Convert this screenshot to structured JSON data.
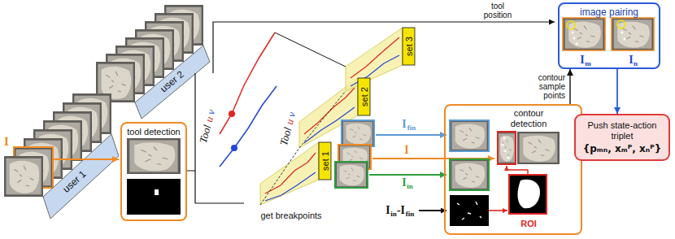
{
  "diagram": {
    "nodes": [
      {
        "text": [
          "tool detection"
        ]
      },
      {
        "text": [
          "contour detection"
        ]
      },
      {
        "text": [
          "image pairing"
        ]
      },
      {
        "text": [
          "Push state-action triplet",
          "{pₘₙ, xₘᴾ, xₙᴾ}"
        ]
      }
    ],
    "edges": [
      {
        "from": 1,
        "to": 2,
        "arrow": "to",
        "label": "contour sample points"
      },
      {
        "from": 2,
        "to": 3,
        "arrow": "to"
      }
    ],
    "labels": [
      "user 2",
      "user 1",
      "I",
      "Tool",
      "u",
      "v",
      "Tool",
      "u",
      "v",
      "set 3",
      "set 2",
      "set 1",
      "get breakpoints",
      "tool position",
      "I",
      "fin",
      "I",
      "I",
      "in",
      "I",
      "in",
      "-I",
      "fin",
      "ROI",
      "I",
      "m",
      "I",
      "n"
    ]
  }
}
